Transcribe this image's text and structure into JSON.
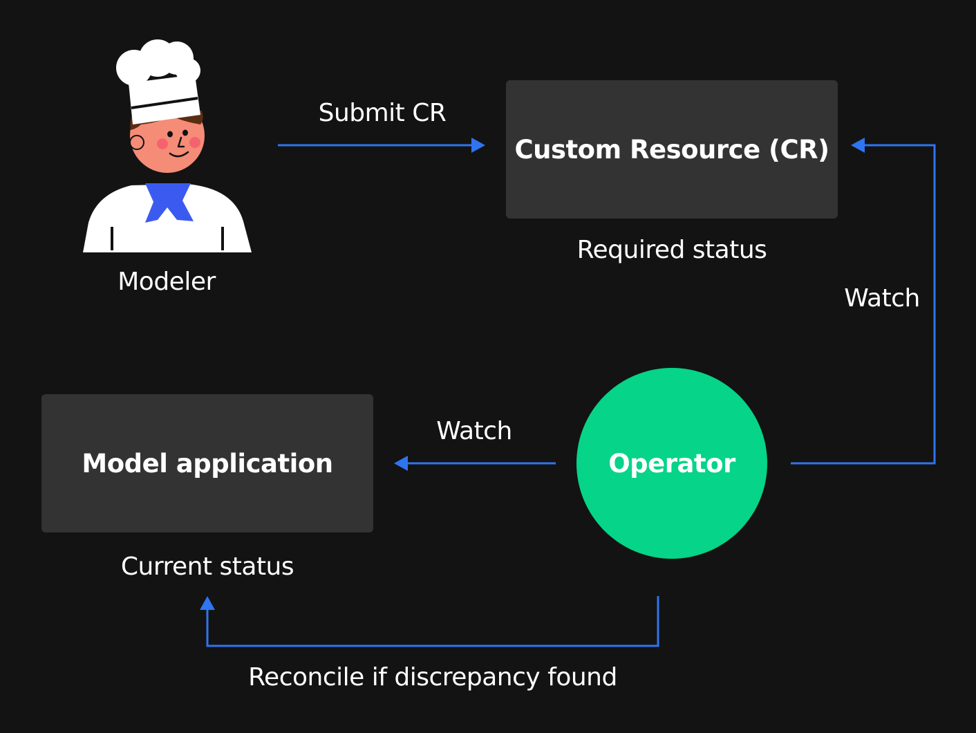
{
  "nodes": {
    "cr": {
      "title": "Custom Resource (CR)",
      "caption": "Required status"
    },
    "model": {
      "title": "Model application",
      "caption": "Current status"
    },
    "operator": {
      "title": "Operator"
    },
    "modeler": {
      "caption": "Modeler",
      "icon": "chef-avatar-icon"
    }
  },
  "edges": {
    "submit": "Submit CR",
    "watch_cr": "Watch",
    "watch_model": "Watch",
    "reconcile": "Reconcile if discrepancy found"
  },
  "colors": {
    "background": "#131313",
    "box": "#333333",
    "operator": "#06d488",
    "arrow": "#2f74f0"
  }
}
